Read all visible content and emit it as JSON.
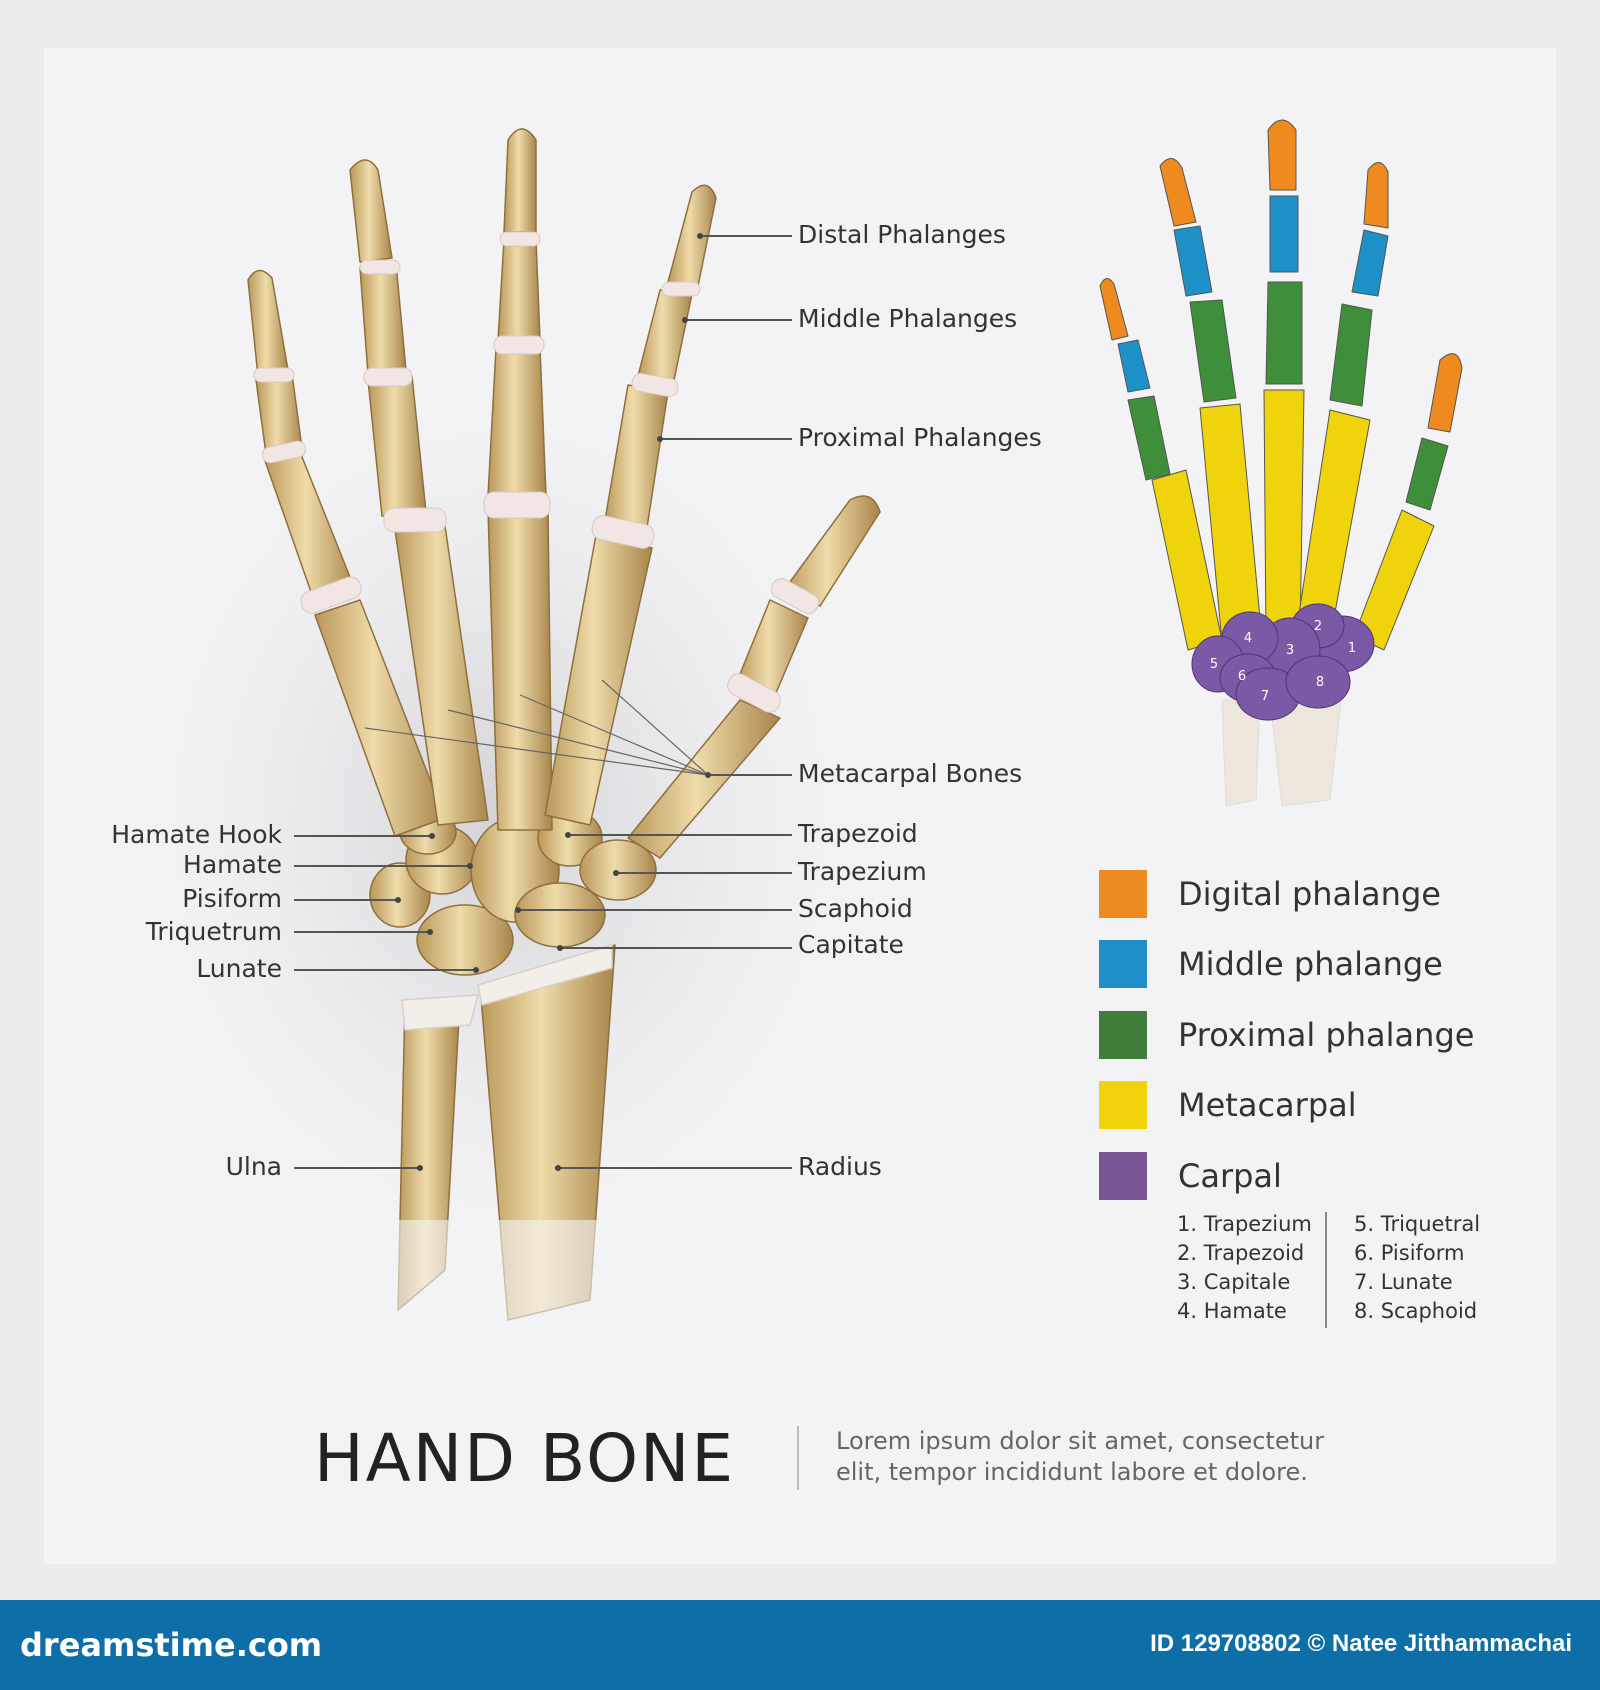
{
  "labels_right": [
    {
      "text": "Distal Phalanges"
    },
    {
      "text": "Middle Phalanges"
    },
    {
      "text": "Proximal Phalanges"
    },
    {
      "text": "Metacarpal Bones"
    },
    {
      "text": "Trapezoid"
    },
    {
      "text": "Trapezium"
    },
    {
      "text": "Scaphoid"
    },
    {
      "text": "Capitate"
    },
    {
      "text": "Radius"
    }
  ],
  "labels_left": [
    {
      "text": "Hamate Hook"
    },
    {
      "text": "Hamate"
    },
    {
      "text": "Pisiform"
    },
    {
      "text": "Triquetrum"
    },
    {
      "text": "Lunate"
    },
    {
      "text": "Ulna"
    }
  ],
  "legend": [
    {
      "label": "Digital phalange",
      "color": "#ee8a22"
    },
    {
      "label": "Middle phalange",
      "color": "#1e8fc8"
    },
    {
      "label": "Proximal phalange",
      "color": "#3f7d3a"
    },
    {
      "label": "Metacarpal",
      "color": "#f2d20a"
    },
    {
      "label": "Carpal",
      "color": "#7a5595"
    }
  ],
  "carpal_list": {
    "left": [
      "1. Trapezium",
      "2. Trapezoid",
      "3. Capitale",
      "4. Hamate"
    ],
    "right": [
      "5. Triquetral",
      "6. Pisiform",
      "7. Lunate",
      "8. Scaphoid"
    ]
  },
  "carpal_numbers": [
    "1",
    "2",
    "3",
    "4",
    "5",
    "6",
    "7",
    "8"
  ],
  "title": "HAND BONE",
  "subtitle": "Lorem ipsum dolor sit amet, consectetur elit, tempor incididunt labore et dolore.",
  "footer": {
    "logo": "dreamstime.com",
    "credit": "ID 129708802 © Natee Jitthammachai"
  }
}
